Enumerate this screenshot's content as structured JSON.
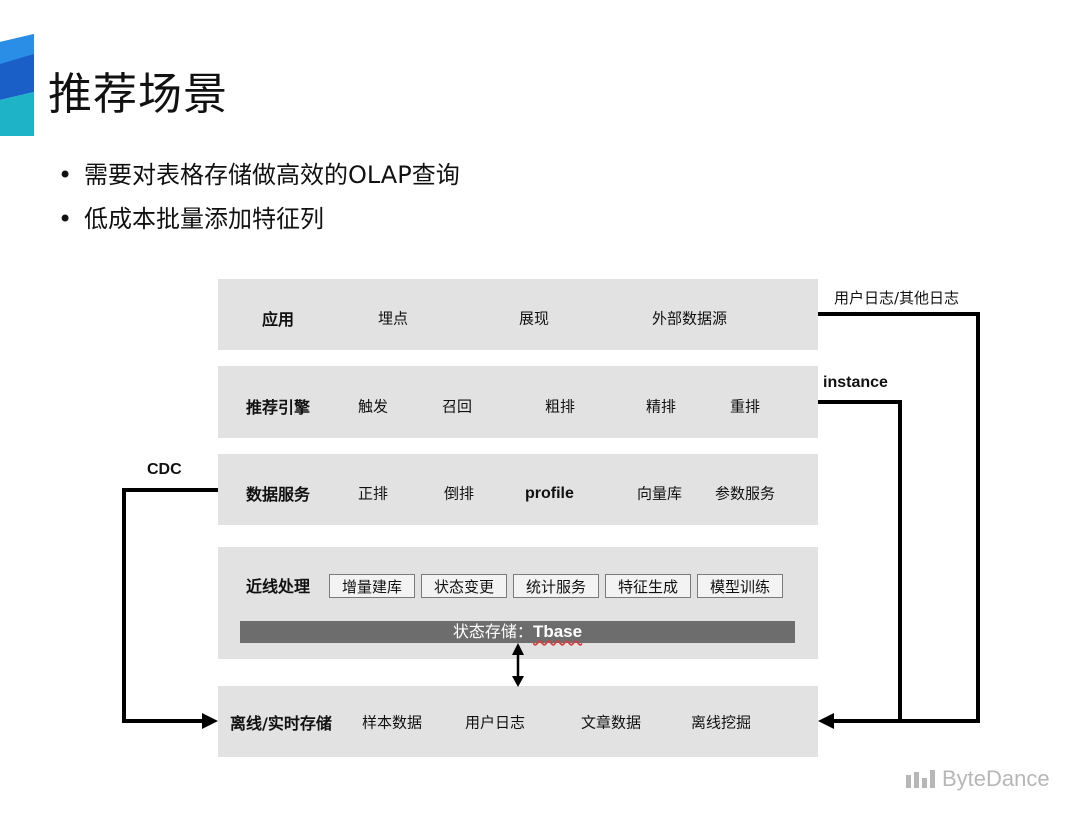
{
  "slide": {
    "title": "推荐场景",
    "bullets": [
      "需要对表格存储做高效的OLAP查询",
      "低成本批量添加特征列"
    ]
  },
  "diagram": {
    "layers": {
      "app": {
        "label": "应用",
        "items": [
          "埋点",
          "展现",
          "外部数据源"
        ]
      },
      "engine": {
        "label": "推荐引擎",
        "items": [
          "触发",
          "召回",
          "粗排",
          "精排",
          "重排"
        ]
      },
      "data_service": {
        "label": "数据服务",
        "items": [
          "正排",
          "倒排",
          "profile",
          "向量库",
          "参数服务"
        ]
      },
      "nearline": {
        "label": "近线处理",
        "items": [
          "增量建库",
          "状态变更",
          "统计服务",
          "特征生成",
          "模型训练"
        ]
      },
      "storage": {
        "label": "离线/实时存储",
        "items": [
          "样本数据",
          "用户日志",
          "文章数据",
          "离线挖掘"
        ]
      }
    },
    "state_store": {
      "prefix": "状态存储：",
      "name": "Tbase"
    },
    "connectors": {
      "user_logs": "用户日志/其他日志",
      "instance": "instance",
      "cdc": "CDC"
    }
  },
  "brand": {
    "name": "ByteDance"
  },
  "colors": {
    "layer_bg": "#e2e2e2",
    "state_bar": "#6d6d6d",
    "logo_blue": "#1d6fd1",
    "logo_teal": "#1fb3c8"
  }
}
